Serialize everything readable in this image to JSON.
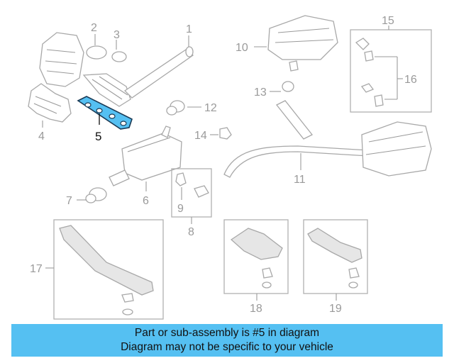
{
  "diagram": {
    "callouts": {
      "c1": "1",
      "c2": "2",
      "c3": "3",
      "c4": "4",
      "c5": "5",
      "c6": "6",
      "c7": "7",
      "c8": "8",
      "c9": "9",
      "c10": "10",
      "c11": "11",
      "c12": "12",
      "c13": "13",
      "c14": "14",
      "c15": "15",
      "c16": "16",
      "c17": "17",
      "c18": "18",
      "c19": "19"
    },
    "highlight_part": "5",
    "highlight_color": "#55c0f2",
    "line_color": "#a8a8a8"
  },
  "banner": {
    "line1": "Part or sub-assembly is #5 in diagram",
    "line2": "Diagram may not be specific to your vehicle",
    "background": "#55c0f2"
  }
}
